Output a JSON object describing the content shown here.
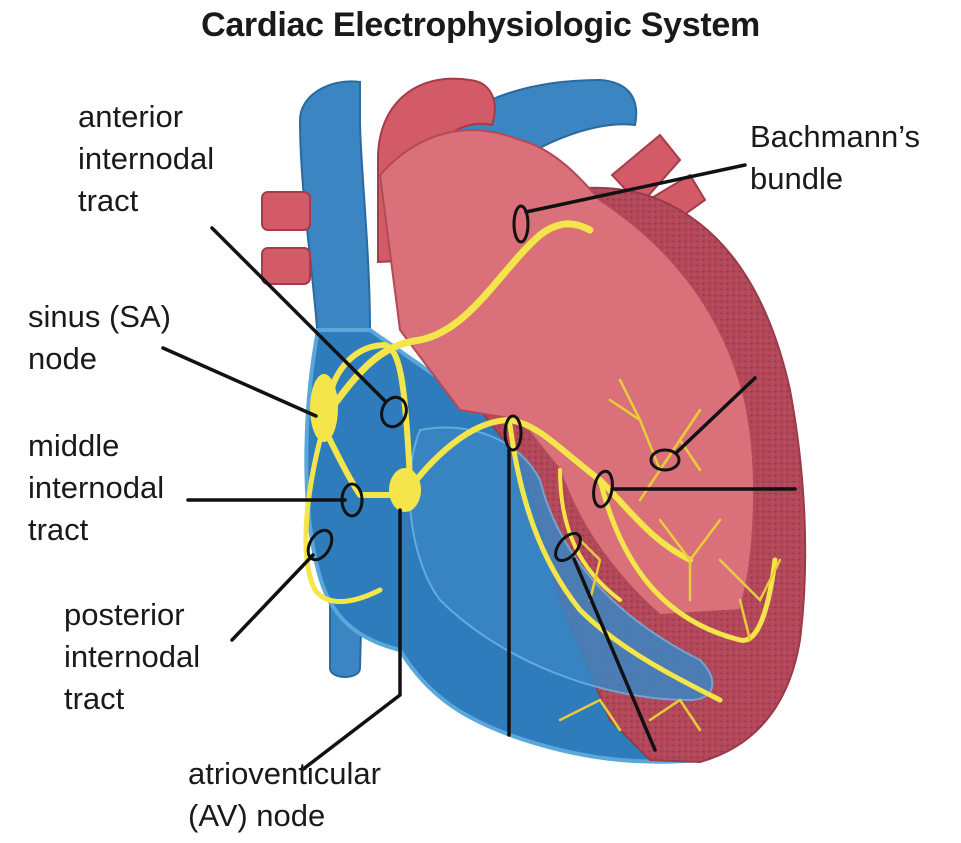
{
  "title": "Cardiac Electrophysiologic System",
  "labels": {
    "anterior": [
      "anterior",
      "internodal",
      "tract"
    ],
    "bachmann": [
      "Bachmann’s",
      "bundle"
    ],
    "sinus": [
      "sinus (SA)",
      "node"
    ],
    "middle": [
      "middle",
      "internodal",
      "tract"
    ],
    "posterior": [
      "posterior",
      "internodal",
      "tract"
    ],
    "av": [
      "atrioventicular",
      "(AV) node"
    ]
  },
  "colors": {
    "vessel_blue": "#3a82b8",
    "right_heart_blue": "#2f7cbd",
    "left_heart_red": "#c84f5a",
    "chamber_pink": "#d9707a",
    "conduction_yellow": "#f4e64a",
    "leader_line": "#111111"
  }
}
